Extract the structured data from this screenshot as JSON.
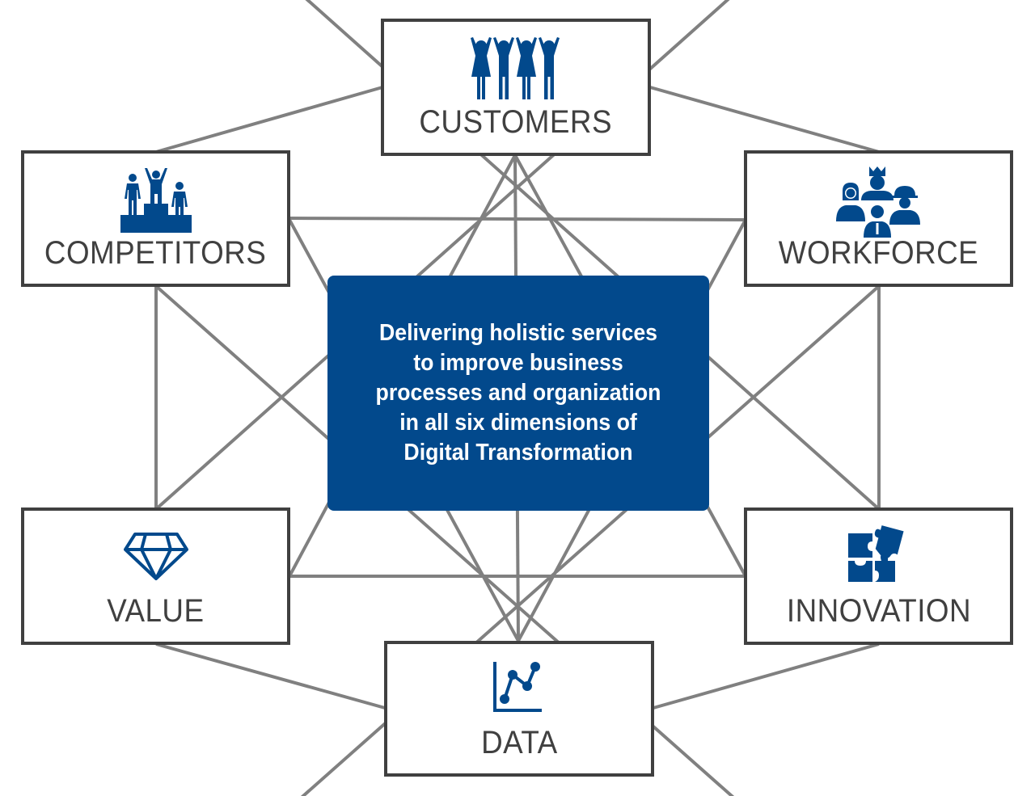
{
  "colors": {
    "accent": "#02498c",
    "box_border": "#404040",
    "link_line": "#808080",
    "label_text": "#404040",
    "center_text": "#ffffff"
  },
  "center": {
    "lines": [
      "Delivering holistic services",
      "to improve business",
      "processes and organization",
      "in all six dimensions of",
      "Digital Transformation"
    ]
  },
  "nodes": {
    "customers": {
      "label": "CUSTOMERS",
      "icon": "people-celebrating-icon"
    },
    "competitors": {
      "label": "COMPETITORS",
      "icon": "podium-winners-icon"
    },
    "workforce": {
      "label": "WORKFORCE",
      "icon": "team-workers-icon"
    },
    "value": {
      "label": "VALUE",
      "icon": "diamond-icon"
    },
    "innovation": {
      "label": "INNOVATION",
      "icon": "puzzle-pieces-icon"
    },
    "data": {
      "label": "DATA",
      "icon": "line-chart-icon"
    }
  }
}
